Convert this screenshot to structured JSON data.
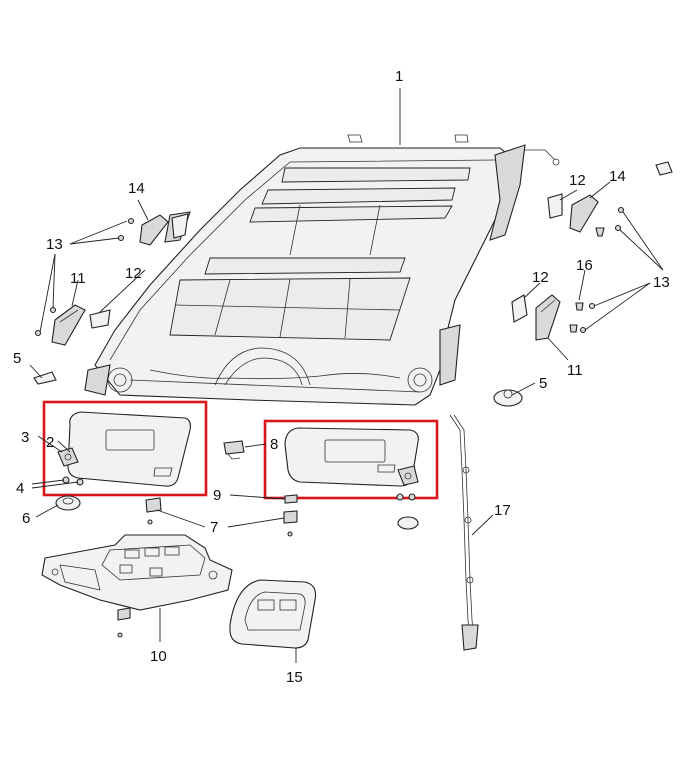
{
  "callouts": [
    {
      "id": "1",
      "text": "1"
    },
    {
      "id": "2",
      "text": "2"
    },
    {
      "id": "3",
      "text": "3"
    },
    {
      "id": "4",
      "text": "4"
    },
    {
      "id": "5a",
      "text": "5"
    },
    {
      "id": "5b",
      "text": "5"
    },
    {
      "id": "6",
      "text": "6"
    },
    {
      "id": "7",
      "text": "7"
    },
    {
      "id": "8",
      "text": "8"
    },
    {
      "id": "9",
      "text": "9"
    },
    {
      "id": "10",
      "text": "10"
    },
    {
      "id": "11a",
      "text": "11"
    },
    {
      "id": "11b",
      "text": "11"
    },
    {
      "id": "12a",
      "text": "12"
    },
    {
      "id": "12b",
      "text": "12"
    },
    {
      "id": "12c",
      "text": "12"
    },
    {
      "id": "13a",
      "text": "13"
    },
    {
      "id": "13b",
      "text": "13"
    },
    {
      "id": "14a",
      "text": "14"
    },
    {
      "id": "14b",
      "text": "14"
    },
    {
      "id": "15",
      "text": "15"
    },
    {
      "id": "16",
      "text": "16"
    },
    {
      "id": "17",
      "text": "17"
    }
  ],
  "colors": {
    "highlight": "#d9141b",
    "linework": "#222222",
    "background": "#ffffff"
  }
}
